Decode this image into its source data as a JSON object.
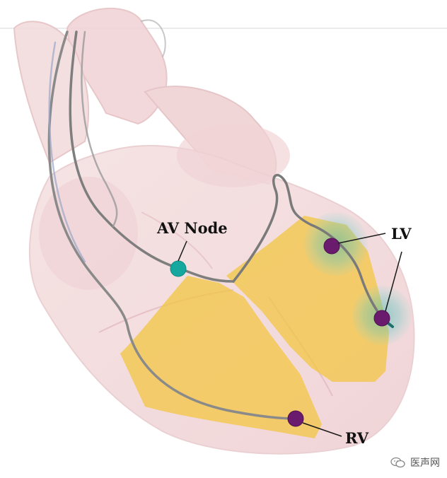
{
  "labels": {
    "av_node": "AV Node",
    "lv": "LV",
    "rv": "RV"
  },
  "watermark": {
    "text": "医声网",
    "icon": "wechat-icon"
  },
  "colors": {
    "av_node": "#16a89e",
    "lead_tip": "#6b1b6e",
    "activation_zone": "#f2c53d",
    "heart_tissue": "#f2d6d8",
    "lead_wire": "#8a8a8a",
    "halo": "#5fc8c1"
  }
}
